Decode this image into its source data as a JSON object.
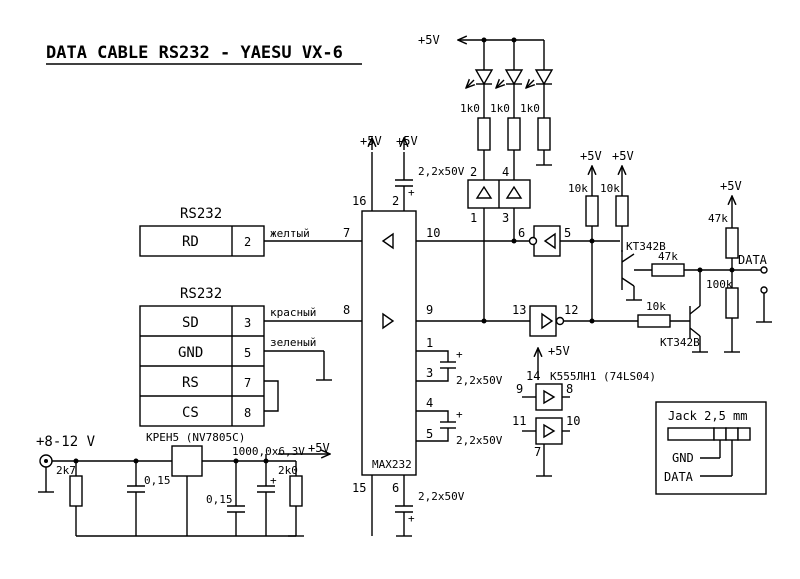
{
  "title": "DATA CABLE RS232 - YAESU VX-6",
  "rs232_top": {
    "heading": "RS232",
    "signal": "RD",
    "pin": "2",
    "wire": "желтый",
    "max_pin": "7"
  },
  "rs232_bottom": {
    "heading": "RS232",
    "rows": [
      {
        "signal": "SD",
        "pin": "3"
      },
      {
        "signal": "GND",
        "pin": "5"
      },
      {
        "signal": "RS",
        "pin": "7"
      },
      {
        "signal": "CS",
        "pin": "8"
      }
    ],
    "wire_red": "красный",
    "wire_green": "зеленый",
    "max_pin": "8"
  },
  "max232": {
    "name": "MAX232",
    "pins": {
      "p16": "16",
      "p2": "2",
      "p10": "10",
      "p9": "9",
      "p1": "1",
      "p3": "3",
      "p4": "4",
      "p5": "5",
      "p15": "15",
      "p6": "6"
    }
  },
  "power": {
    "supply": "+5V",
    "input": "+8-12 V",
    "regulator": "КРЕН5 (NV7805C)"
  },
  "caps": {
    "c_max": "2,2x50V",
    "c_in": "0,15",
    "c_out": "0,15",
    "c_elec": "1000,0x6,3V"
  },
  "resistors": {
    "r_led": "1k0",
    "r_10k": "10k",
    "r_47k": "47k",
    "r_100k": "100k",
    "r_2k7": "2k7",
    "r_2k0": "2k0"
  },
  "transistor": "КТ342В",
  "opto": {
    "p1": "1",
    "p2": "2",
    "p3": "3",
    "p4": "4"
  },
  "inverters": {
    "chip": "К555ЛН1 (74LS04)",
    "g1_in": "6",
    "g1_out": "5",
    "g2_in": "13",
    "g2_out": "12",
    "g3_in": "9",
    "g3_out": "8",
    "g4_in": "11",
    "g4_out": "10",
    "vcc_pin": "14",
    "gnd_pin": "7"
  },
  "data_label": "DATA",
  "jack": {
    "title": "Jack 2,5 mm",
    "gnd": "GND",
    "data": "DATA"
  }
}
